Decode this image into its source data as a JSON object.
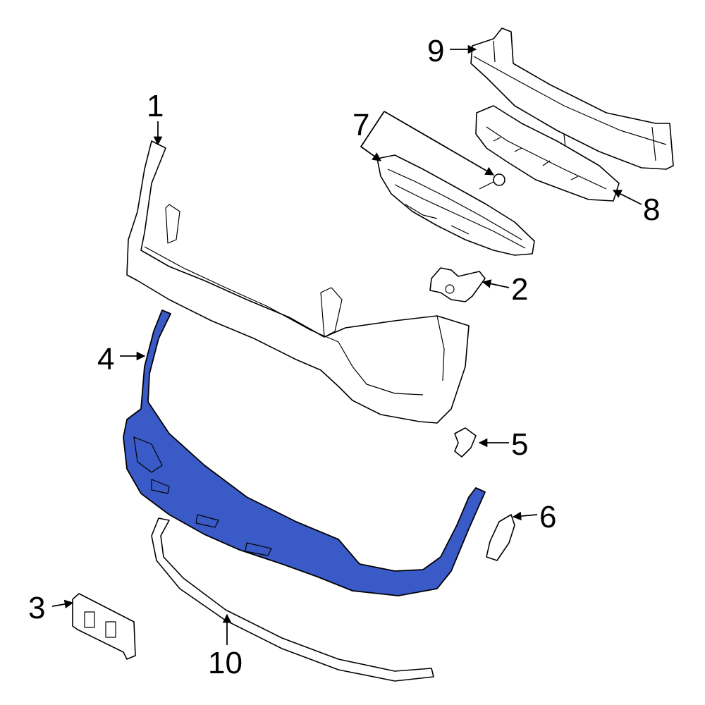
{
  "diagram": {
    "highlight_color": "#3a5bc7",
    "callouts": [
      {
        "id": "1",
        "label": "1"
      },
      {
        "id": "2",
        "label": "2"
      },
      {
        "id": "3",
        "label": "3"
      },
      {
        "id": "4",
        "label": "4"
      },
      {
        "id": "5",
        "label": "5"
      },
      {
        "id": "6",
        "label": "6"
      },
      {
        "id": "7",
        "label": "7"
      },
      {
        "id": "8",
        "label": "8"
      },
      {
        "id": "9",
        "label": "9"
      },
      {
        "id": "10",
        "label": "10"
      }
    ]
  }
}
